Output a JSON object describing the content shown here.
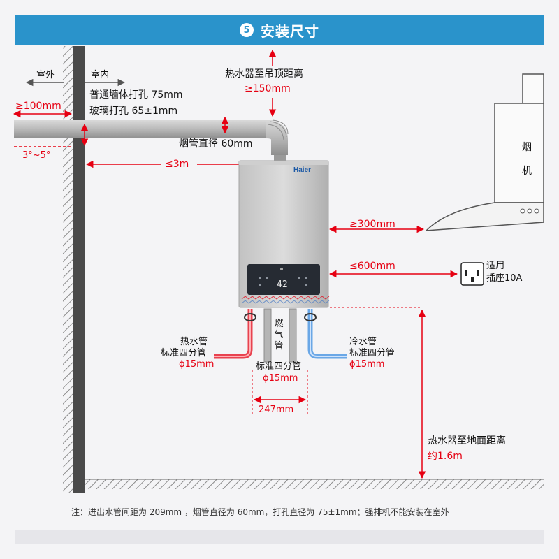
{
  "header": {
    "step": "5",
    "title": "安装尺寸"
  },
  "labels": {
    "outdoor": "室外",
    "indoor": "室内",
    "min_outdoor_length": "≥100mm",
    "wall_hole": "普通墙体打孔 75mm",
    "glass_hole": "玻璃打孔 65±1mm",
    "slope": "3°~5°",
    "flue_diameter": "烟管直径 60mm",
    "max_flue_length": "≤3m",
    "ceiling_distance_title": "热水器至吊顶距离",
    "ceiling_distance_value": "≥150mm",
    "hood_distance": "≥300mm",
    "range_hood_char1": "烟",
    "range_hood_char2": "机",
    "socket_distance": "≤600mm",
    "socket_line1": "适用",
    "socket_line2": "插座10A",
    "hot_pipe_1": "热水管",
    "hot_pipe_2": "标准四分管",
    "hot_pipe_3": "ϕ15mm",
    "gas_pipe_vertical": "燃气管",
    "gas_pipe_2": "标准四分管",
    "gas_pipe_3": "ϕ15mm",
    "cold_pipe_1": "冷水管",
    "cold_pipe_2": "标准四分管",
    "cold_pipe_3": "ϕ15mm",
    "pipe_span": "247mm",
    "floor_distance_title": "热水器至地面距离",
    "floor_distance_value": "约1.6m",
    "brand": "Haier",
    "display_value": "42"
  },
  "footnote": "注：进出水管间距为 209mm ，烟管直径为 60mm，打孔直径为 75±1mm；强排机不能安装在室外",
  "colors": {
    "banner": "#2a93cb",
    "dimension_red": "#e60012",
    "hot_pipe": "#e8424f",
    "cold_pipe": "#6aa7e6",
    "wall": "#4a4a4a"
  }
}
